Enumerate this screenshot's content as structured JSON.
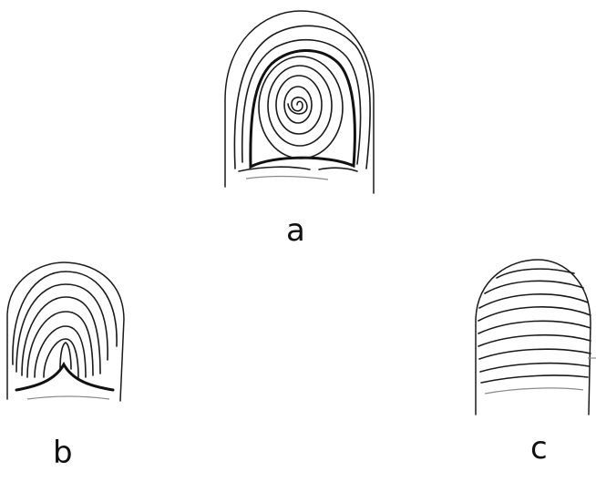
{
  "labels": {
    "a": "a",
    "b": "b",
    "c": "c"
  },
  "figures": [
    {
      "id": "a",
      "icon": "whorl-fingerprint-icon"
    },
    {
      "id": "b",
      "icon": "loop-fingerprint-icon"
    },
    {
      "id": "c",
      "icon": "arch-fingerprint-icon"
    }
  ]
}
